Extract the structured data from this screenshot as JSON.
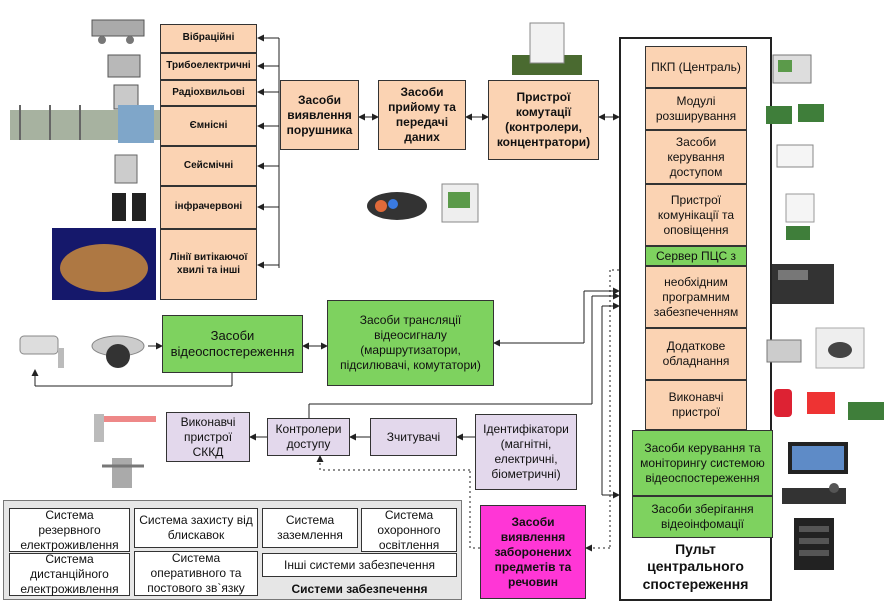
{
  "sensors": [
    "Вібраційні",
    "Трибоелектричні",
    "Радіохвильові",
    "Ємнісні",
    "Сейсмічні",
    "інфрачервоні",
    "Лінії витікаючої хвилі та інші"
  ],
  "detection": "Засоби виявлення порушника",
  "transmission": "Засоби прийому та передачі даних",
  "switching": "Пристрої комутації (контролери, концентратори)",
  "console_modules": [
    "ПКП (Централь)",
    "Модулі розширування",
    "Засоби керування доступом",
    "Пристрої комунікації та оповіщення",
    "Сервер ПЦС з",
    "необхідним програмним забезпеченням",
    "Додаткове обладнання",
    "Виконавчі пристрої",
    "Засоби керування та моніторингу системою відеоспостереження",
    "Засоби зберігання відеоінфомації"
  ],
  "console_title": "Пульт центрального спостереження",
  "video_surveillance": "Засоби відеоспостереження",
  "video_translation": "Засоби трансляції відеосигналу (маршрутизатори, підсилювачі, комутатори)",
  "acs_actuators": "Виконавчі пристрої СККД",
  "access_controllers": "Контролери доступу",
  "readers": "Зчитувачі",
  "identifiers": "Ідентифікатори (магнітні, електричні, біометричні)",
  "contraband": "Засоби виявлення заборонених предметів та речовин",
  "support_systems": {
    "title": "Системи забезпечення",
    "items": [
      "Система резервного електроживлення",
      "Система захисту від блискавок",
      "Система заземлення",
      "Система охоронного освітлення",
      "Система дистанційного електроживлення",
      "Система оперативного та постового зв`язку",
      "Інші системи забезпечення"
    ]
  },
  "colors": {
    "peach": "#fbd3b3",
    "green": "#7ed25f",
    "lavender": "#e3d8ec",
    "magenta": "#ff36d6"
  }
}
